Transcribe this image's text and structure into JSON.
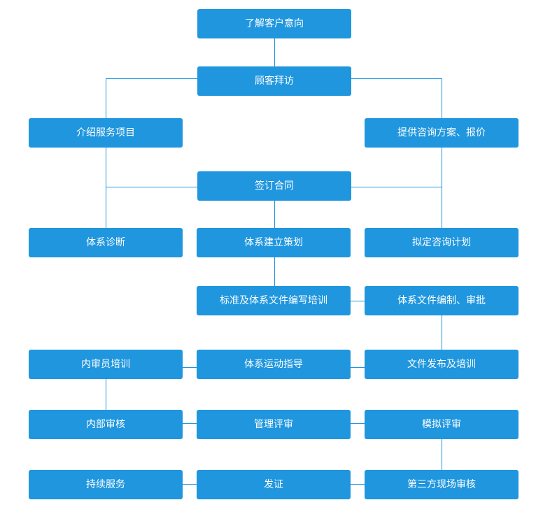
{
  "theme": {
    "node_color": "#1f96de",
    "line_color": "#1f96de",
    "text_color": "#ffffff",
    "background": "#ffffff"
  },
  "nodes": {
    "understand_intent": "了解客户意向",
    "customer_visit": "顾客拜访",
    "introduce_services": "介绍服务项目",
    "provide_proposal": "提供咨询方案、报价",
    "sign_contract": "签订合同",
    "system_diagnosis": "体系诊断",
    "system_planning": "体系建立策划",
    "draft_plan": "拟定咨询计划",
    "doc_training": "标准及体系文件编写培训",
    "doc_approval": "体系文件编制、审批",
    "internal_auditor_training": "内审员培训",
    "operation_guidance": "体系运动指导",
    "doc_release_training": "文件发布及培训",
    "internal_audit": "内部审核",
    "management_review": "管理评审",
    "mock_review": "模拟评审",
    "continued_service": "持续服务",
    "certification": "发证",
    "third_party_audit": "第三方现场审核"
  }
}
